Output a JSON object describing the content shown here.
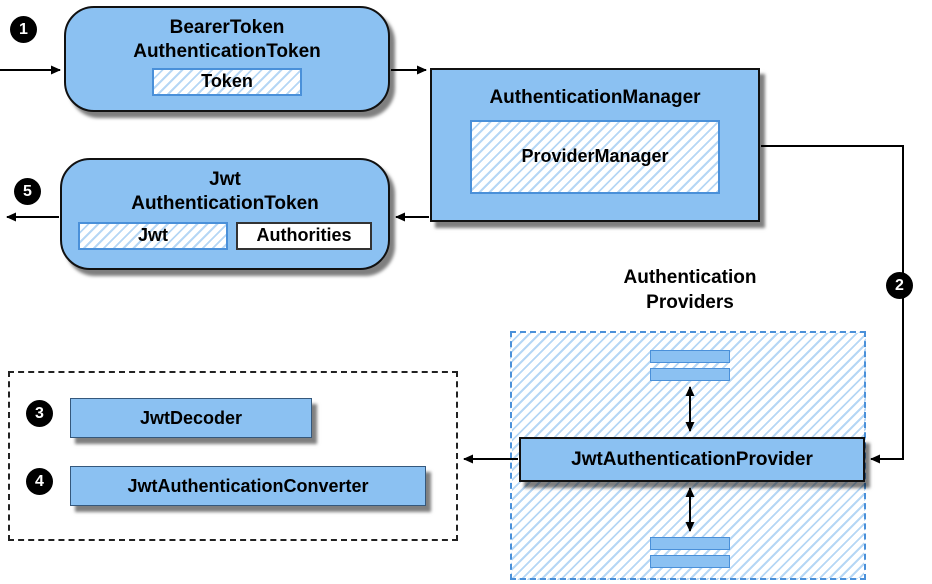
{
  "colors": {
    "box_fill": "#8BC1F2",
    "box_border": "#111111",
    "inner_border": "#4A90D9",
    "hatch_line": "#B6D7F5",
    "dashed_blue": "#4A90D9",
    "dashed_dark": "#222222",
    "arrow": "#000000"
  },
  "badges": {
    "step1": "1",
    "step2": "2",
    "step3": "3",
    "step4": "4",
    "step5": "5"
  },
  "nodes": {
    "bearer_token": {
      "line1": "BearerToken",
      "line2": "AuthenticationToken",
      "token": "Token"
    },
    "authentication_manager": {
      "title": "AuthenticationManager",
      "provider_manager": "ProviderManager"
    },
    "jwt_authentication_token": {
      "line1": "Jwt",
      "line2": "AuthenticationToken",
      "jwt": "Jwt",
      "authorities": "Authorities"
    },
    "authentication_providers": {
      "line1": "Authentication",
      "line2": "Providers"
    },
    "jwt_authentication_provider": {
      "title": "JwtAuthenticationProvider"
    },
    "jwt_decoder": {
      "title": "JwtDecoder"
    },
    "jwt_authentication_converter": {
      "title": "JwtAuthenticationConverter"
    }
  }
}
